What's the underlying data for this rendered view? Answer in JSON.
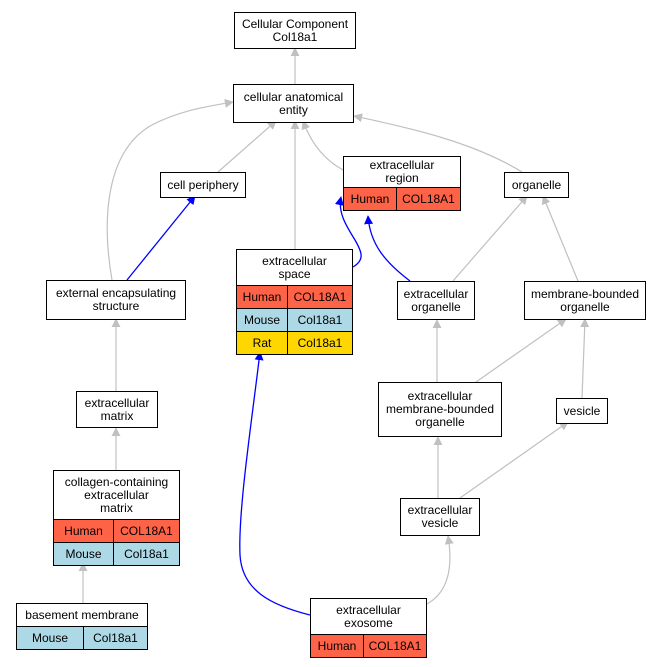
{
  "colors": {
    "human": "#ff6347",
    "mouse": "#add8e6",
    "rat": "#ffd700",
    "edge_gray": "#c0c0c0",
    "edge_blue": "#0000ff"
  },
  "nodes": {
    "cellular_component": {
      "label": "Cellular Component\nCol18a1"
    },
    "cellular_anatomical_entity": {
      "label": "cellular anatomical\nentity"
    },
    "cell_periphery": {
      "label": "cell periphery"
    },
    "extracellular_region": {
      "label": "extracellular\nregion",
      "annotations": [
        {
          "species": "Human",
          "gene": "COL18A1"
        }
      ]
    },
    "organelle": {
      "label": "organelle"
    },
    "external_encapsulating_structure": {
      "label": "external encapsulating\nstructure"
    },
    "extracellular_space": {
      "label": "extracellular\nspace",
      "annotations": [
        {
          "species": "Human",
          "gene": "COL18A1"
        },
        {
          "species": "Mouse",
          "gene": "Col18a1"
        },
        {
          "species": "Rat",
          "gene": "Col18a1"
        }
      ]
    },
    "extracellular_organelle": {
      "label": "extracellular\norganelle"
    },
    "membrane_bounded_organelle": {
      "label": "membrane-bounded\norganelle"
    },
    "extracellular_matrix": {
      "label": "extracellular\nmatrix"
    },
    "extracellular_membrane_bounded_organelle": {
      "label": "extracellular\nmembrane-bounded\norganelle"
    },
    "vesicle": {
      "label": "vesicle"
    },
    "collagen_containing_ecm": {
      "label": "collagen-containing\nextracellular\nmatrix",
      "annotations": [
        {
          "species": "Human",
          "gene": "COL18A1"
        },
        {
          "species": "Mouse",
          "gene": "Col18a1"
        }
      ]
    },
    "extracellular_vesicle": {
      "label": "extracellular\nvesicle"
    },
    "basement_membrane": {
      "label": "basement membrane",
      "annotations": [
        {
          "species": "Mouse",
          "gene": "Col18a1"
        }
      ]
    },
    "extracellular_exosome": {
      "label": "extracellular\nexosome",
      "annotations": [
        {
          "species": "Human",
          "gene": "COL18A1"
        }
      ]
    }
  },
  "edges": [
    {
      "from": "cellular_anatomical_entity",
      "to": "cellular_component",
      "color": "gray"
    },
    {
      "from": "cell_periphery",
      "to": "cellular_anatomical_entity",
      "color": "gray"
    },
    {
      "from": "extracellular_region",
      "to": "cellular_anatomical_entity",
      "color": "gray"
    },
    {
      "from": "organelle",
      "to": "cellular_anatomical_entity",
      "color": "gray"
    },
    {
      "from": "external_encapsulating_structure",
      "to": "cellular_anatomical_entity",
      "color": "gray"
    },
    {
      "from": "extracellular_space",
      "to": "cellular_anatomical_entity",
      "color": "gray"
    },
    {
      "from": "external_encapsulating_structure",
      "to": "cell_periphery",
      "color": "blue"
    },
    {
      "from": "extracellular_space",
      "to": "extracellular_region",
      "color": "blue"
    },
    {
      "from": "extracellular_organelle",
      "to": "extracellular_region",
      "color": "blue"
    },
    {
      "from": "extracellular_organelle",
      "to": "organelle",
      "color": "gray"
    },
    {
      "from": "membrane_bounded_organelle",
      "to": "organelle",
      "color": "gray"
    },
    {
      "from": "extracellular_matrix",
      "to": "external_encapsulating_structure",
      "color": "gray"
    },
    {
      "from": "extracellular_membrane_bounded_organelle",
      "to": "extracellular_organelle",
      "color": "gray"
    },
    {
      "from": "extracellular_membrane_bounded_organelle",
      "to": "membrane_bounded_organelle",
      "color": "gray"
    },
    {
      "from": "vesicle",
      "to": "membrane_bounded_organelle",
      "color": "gray"
    },
    {
      "from": "collagen_containing_ecm",
      "to": "extracellular_matrix",
      "color": "gray"
    },
    {
      "from": "extracellular_vesicle",
      "to": "extracellular_membrane_bounded_organelle",
      "color": "gray"
    },
    {
      "from": "extracellular_vesicle",
      "to": "vesicle",
      "color": "gray"
    },
    {
      "from": "basement_membrane",
      "to": "collagen_containing_ecm",
      "color": "gray"
    },
    {
      "from": "extracellular_exosome",
      "to": "extracellular_vesicle",
      "color": "gray"
    },
    {
      "from": "extracellular_exosome",
      "to": "extracellular_space",
      "color": "blue"
    }
  ]
}
